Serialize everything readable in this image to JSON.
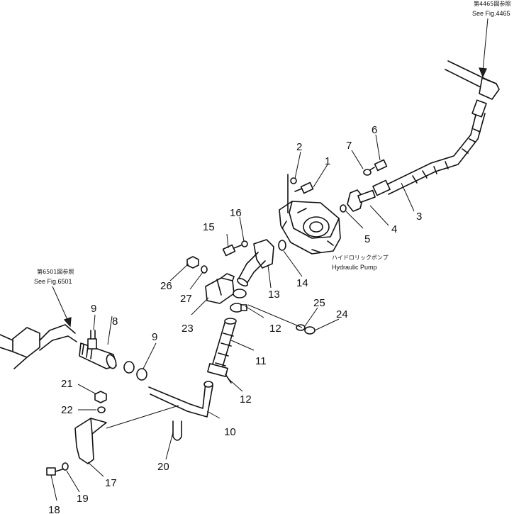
{
  "references": {
    "top_right": {
      "jp": "第4465図参照",
      "en": "See Fig.4465"
    },
    "left": {
      "jp": "第6501図参照",
      "en": "See Fig.6501"
    }
  },
  "pump_label": {
    "jp": "ハイドロリックポンプ",
    "en": "Hydraulic Pump"
  },
  "callouts": {
    "c1": "1",
    "c2": "2",
    "c3": "3",
    "c4": "4",
    "c5": "5",
    "c6": "6",
    "c7": "7",
    "c8": "8",
    "c9a": "9",
    "c9b": "9",
    "c10": "10",
    "c11": "11",
    "c12a": "12",
    "c12b": "12",
    "c13": "13",
    "c14": "14",
    "c15": "15",
    "c16": "16",
    "c17": "17",
    "c18": "18",
    "c19": "19",
    "c20": "20",
    "c21": "21",
    "c22": "22",
    "c23": "23",
    "c24": "24",
    "c25": "25",
    "c26": "26",
    "c27": "27"
  }
}
